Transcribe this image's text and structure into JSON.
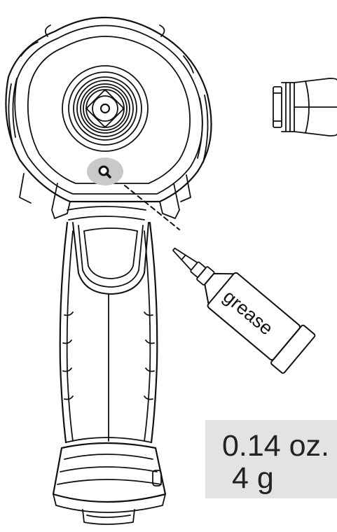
{
  "grease_tube": {
    "label": "grease"
  },
  "amount": {
    "ounces": "0.14 oz.",
    "grams": "4 g"
  },
  "colors": {
    "line": "#111111",
    "box_fill": "#e3e3e3",
    "grease_port_highlight": "#c9c9c9",
    "text": "#222222"
  },
  "icons": {
    "grease_port": "grease-fitting-icon",
    "fitting": "air-fitting-icon"
  }
}
